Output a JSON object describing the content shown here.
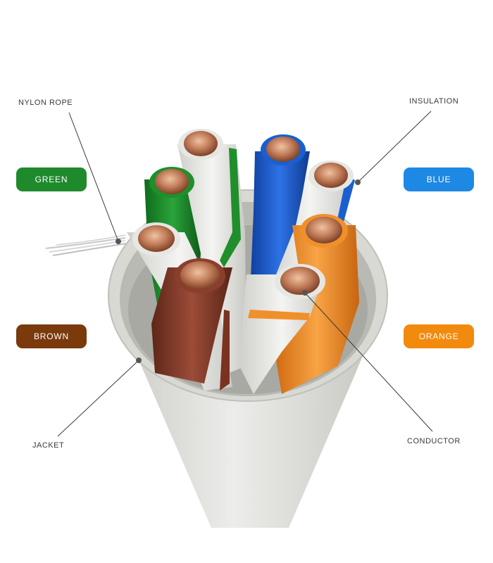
{
  "callouts": {
    "nylon_rope": "NYLON ROPE",
    "insulation": "INSULATION",
    "jacket": "JACKET",
    "conductor": "CONDUCTOR"
  },
  "badges": {
    "green": {
      "label": "GREEN",
      "color": "#1f8a2c"
    },
    "blue": {
      "label": "BLUE",
      "color": "#1e88e5"
    },
    "brown": {
      "label": "BROWN",
      "color": "#7a3a0c"
    },
    "orange": {
      "label": "ORANGE",
      "color": "#f28a0e"
    }
  },
  "colors": {
    "jacket": "#dcddd8",
    "copper": "#b8734f",
    "white_insulation": "#e8e8e4",
    "green_wire": "#1f8f2c",
    "blue_wire": "#1a5fd0",
    "brown_wire": "#8a3f2e",
    "orange_wire": "#f0902a"
  }
}
